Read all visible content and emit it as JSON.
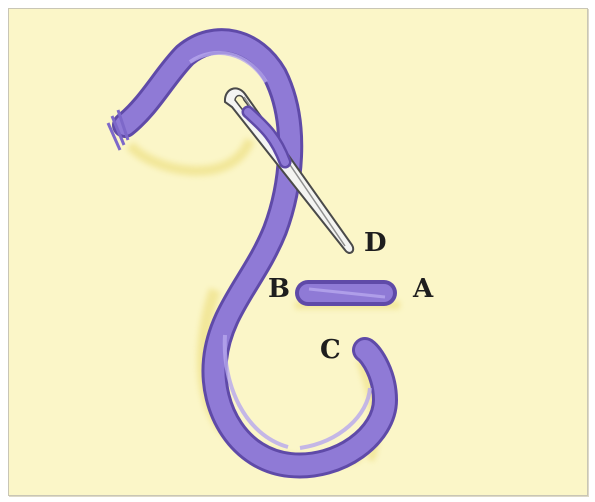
{
  "diagram": {
    "labels": {
      "d": "D",
      "b": "B",
      "a": "A",
      "c": "C"
    },
    "colors": {
      "background": "#fbf6c8",
      "thread": "#8f7ad6",
      "thread_dark": "#5f4aa8",
      "shadow": "#efe28a",
      "needle": "#f4f4f2",
      "needle_outline": "#4a4a4a"
    }
  }
}
